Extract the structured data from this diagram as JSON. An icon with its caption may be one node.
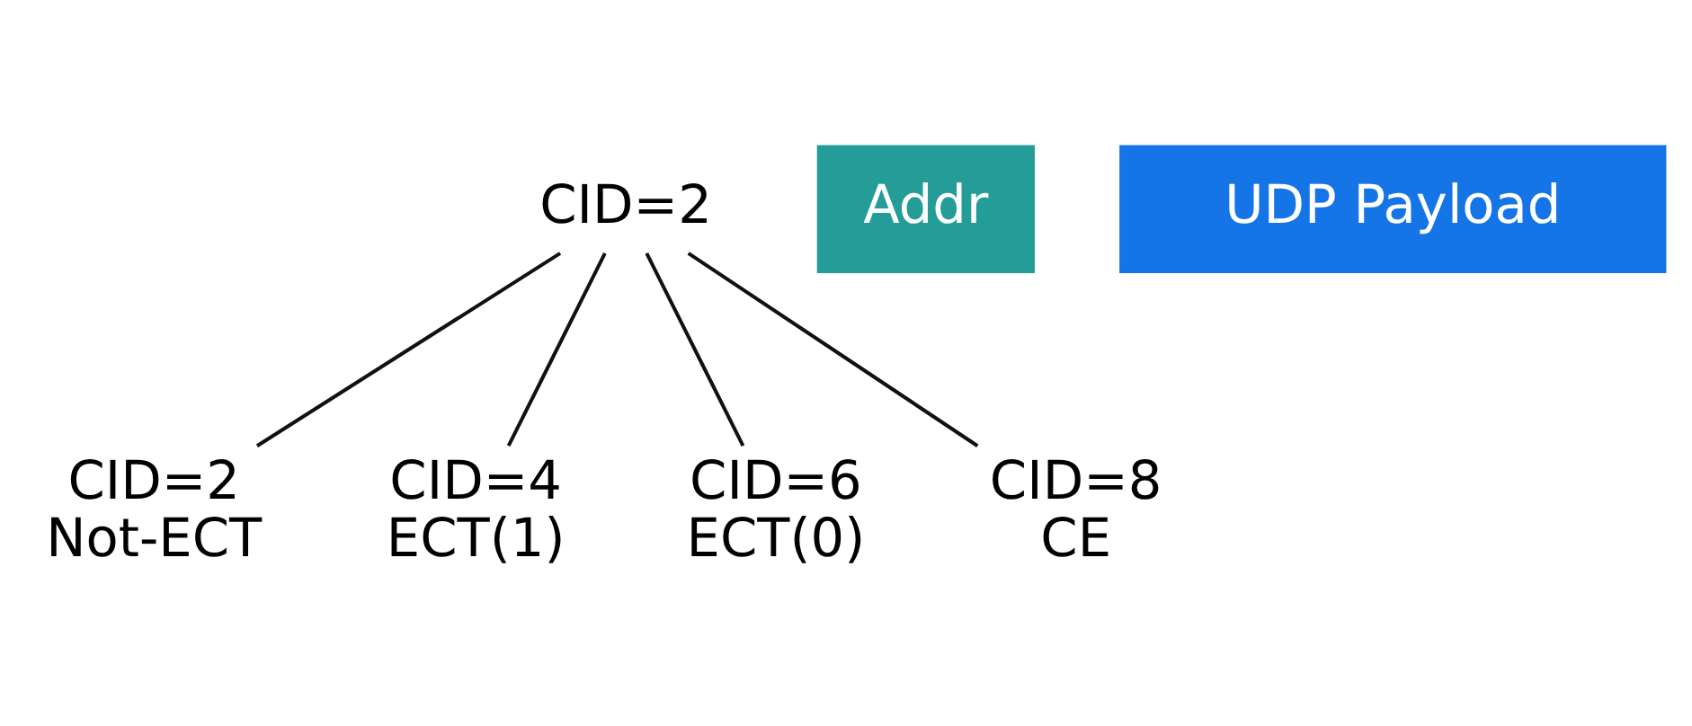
{
  "diagram": {
    "nodes": [
      {
        "text": [
          "CID=2"
        ]
      },
      {
        "text": [
          "Addr"
        ]
      },
      {
        "text": [
          "UDP Payload"
        ]
      },
      {
        "text": [
          "CID=2",
          "Not-ECT"
        ]
      },
      {
        "text": [
          "CID=4",
          "ECT(1)"
        ]
      },
      {
        "text": [
          "CID=6",
          "ECT(0)"
        ]
      },
      {
        "text": [
          "CID=8",
          "CE"
        ]
      }
    ],
    "edges": [
      {
        "from": 0,
        "to": 3,
        "arrow": "none"
      },
      {
        "from": 0,
        "to": 4,
        "arrow": "none"
      },
      {
        "from": 0,
        "to": 5,
        "arrow": "none"
      },
      {
        "from": 0,
        "to": 6,
        "arrow": "none"
      }
    ]
  }
}
